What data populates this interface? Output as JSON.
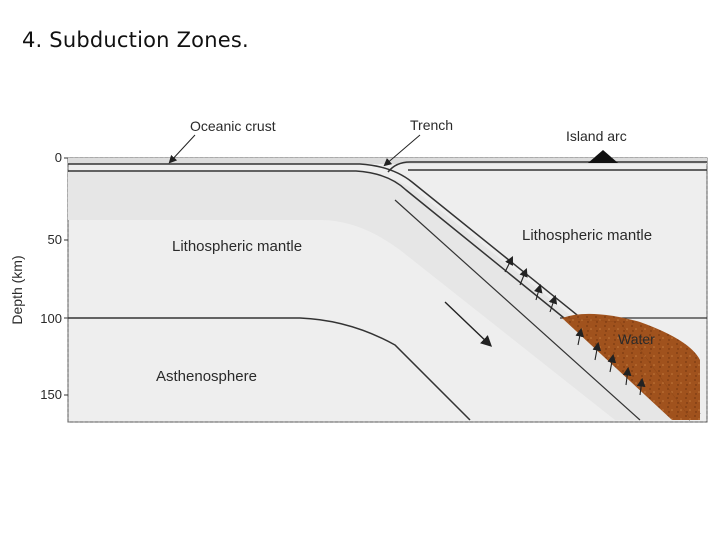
{
  "slide": {
    "title": "4. Subduction Zones."
  },
  "diagram": {
    "labels": {
      "oceanic_crust": "Oceanic crust",
      "trench": "Trench",
      "island_arc": "Island arc",
      "lithospheric_mantle_left": "Lithospheric mantle",
      "lithospheric_mantle_right": "Lithospheric mantle",
      "asthenosphere": "Asthenosphere",
      "water": "Water"
    },
    "depth_axis": {
      "label": "Depth (km)",
      "ticks": [
        "0",
        "50",
        "100",
        "150"
      ]
    },
    "colors": {
      "water_zone": "#a0521d",
      "lithosphere_fill": "#e4e4e4",
      "outline": "#333333"
    }
  }
}
